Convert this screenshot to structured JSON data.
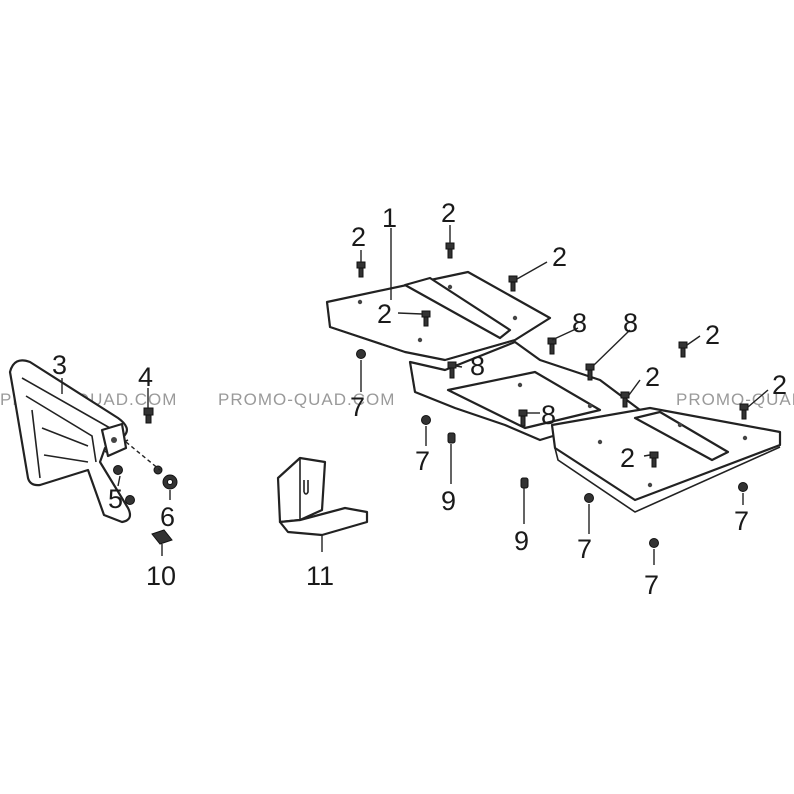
{
  "watermark": "PROMO-QUAD.COM",
  "parts": {
    "skid_plate": "1",
    "bolt": "2",
    "bumper": "3",
    "bumper_bolt": "4",
    "bumper_nut": "5",
    "bumper_washer": "6",
    "nut": "7",
    "skid_bolt": "8",
    "spacer": "9",
    "clip": "10",
    "bracket": "11"
  }
}
